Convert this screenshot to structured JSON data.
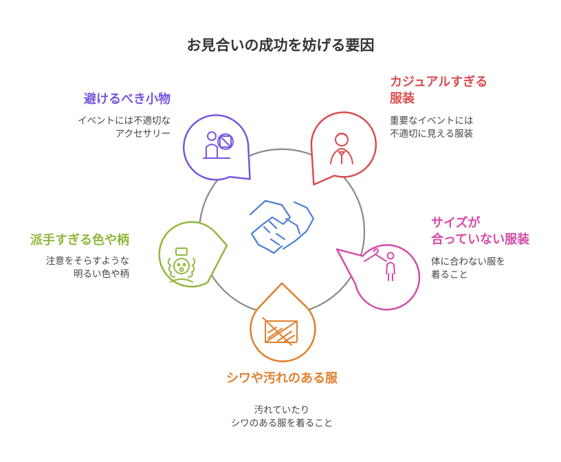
{
  "title": "お見合いの成功を妨げる要因",
  "colors": {
    "purple": "#7556e0",
    "red": "#d94c50",
    "pink": "#d34ba7",
    "orange": "#e07f2c",
    "green": "#8fb83b",
    "circle": "#888888",
    "center_icon": "#4a7fd4"
  },
  "factors": {
    "accessories": {
      "heading": [
        "避けるべき小物"
      ],
      "description": [
        "イベントには不適切な",
        "アクセサリー"
      ],
      "icon": "person-with-prohibited-bag-icon"
    },
    "casual": {
      "heading": [
        "カジュアルすぎる",
        "服装"
      ],
      "description": [
        "重要なイベントには",
        "不適切に見える服装"
      ],
      "icon": "person-in-tuxedo-icon"
    },
    "size": {
      "heading": [
        "サイズが",
        "合っていない服装"
      ],
      "description": [
        "体に合わない服を",
        "着ること"
      ],
      "icon": "hanger-and-person-icon"
    },
    "wrinkled": {
      "heading": [
        "シワや汚れのある服"
      ],
      "description": [
        "汚れていたり",
        "シワのある服を着ること"
      ],
      "icon": "crossed-out-iron-icon"
    },
    "flashy": {
      "heading": [
        "派手すぎる色や柄"
      ],
      "description": [
        "注意をそらすような",
        "明るい色や柄"
      ],
      "icon": "flashy-clown-icon"
    }
  },
  "center_icon": "handshake-icon"
}
